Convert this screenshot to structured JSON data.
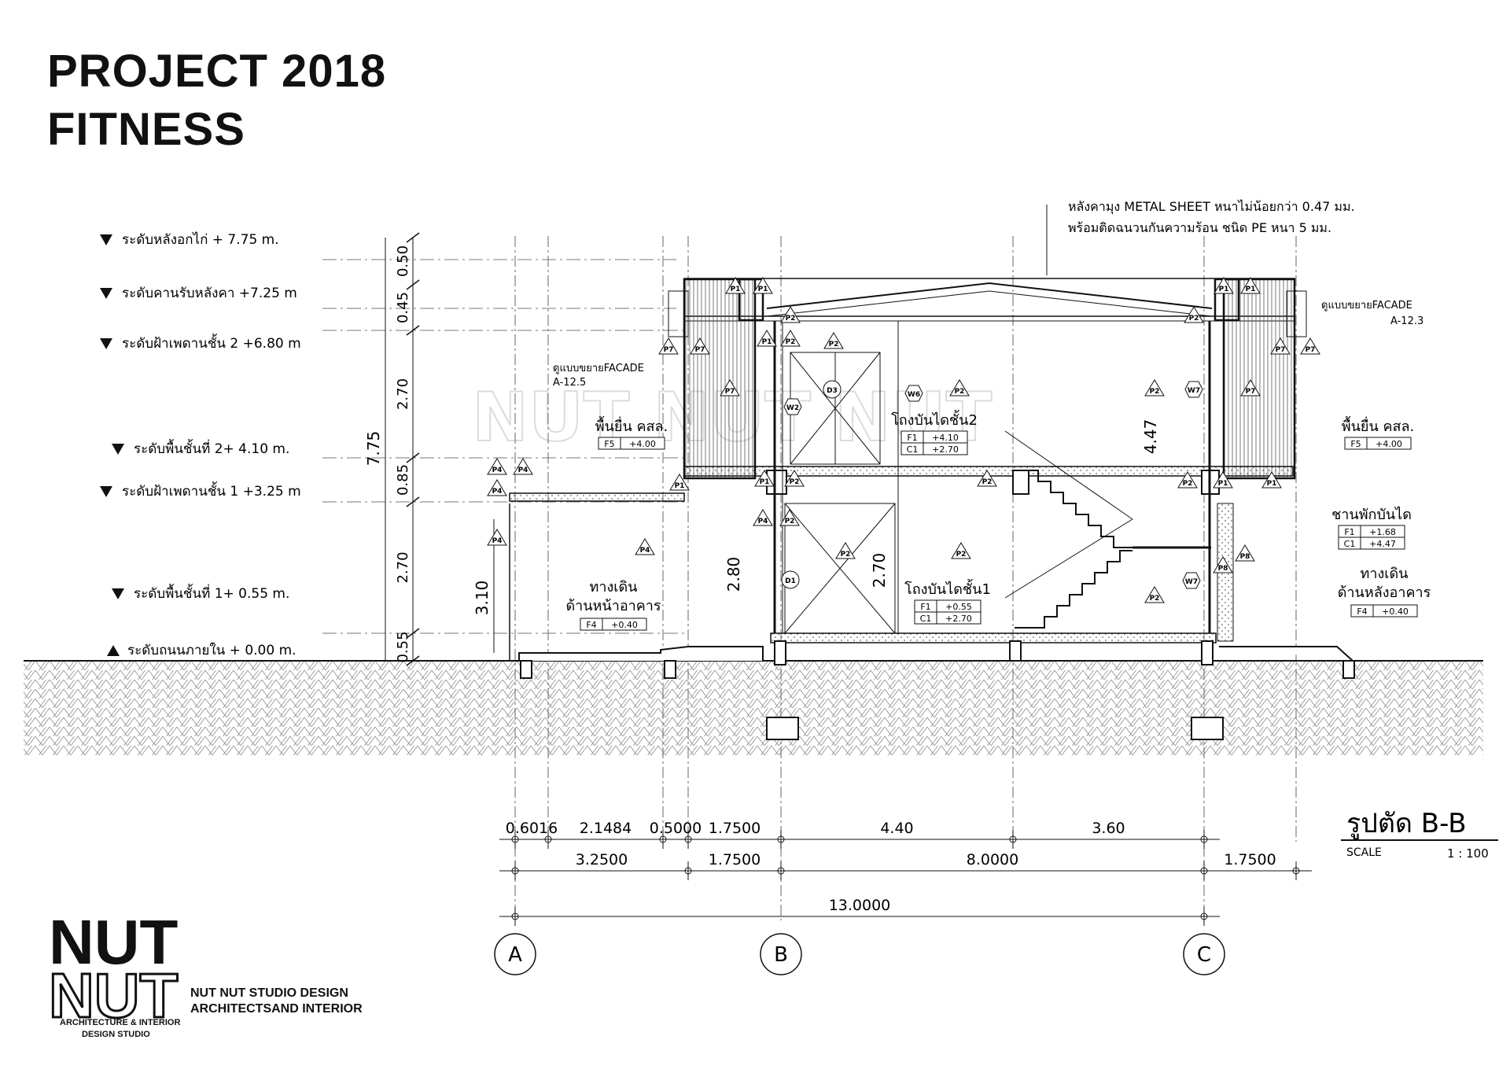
{
  "title": {
    "line1": "PROJECT  2018",
    "line2": "FITNESS"
  },
  "studio": {
    "logo_top": "NUT",
    "logo_bottom": "NUT",
    "logo_sub1": "ARCHITECTURE & INTERIOR",
    "logo_sub2": "DESIGN STUDIO",
    "name_line1": "NUT NUT STUDIO DESIGN",
    "name_line2": "ARCHITECTSAND INTERIOR"
  },
  "watermark": "NUT NUT NUT",
  "drawing": {
    "name": "รูปตัด B-B",
    "scale_label": "SCALE",
    "scale_value": "1 : 100"
  },
  "levels": [
    {
      "marker": "down",
      "label": "ระดับหลังอกไก่ + 7.75 m."
    },
    {
      "marker": "down",
      "label": "ระดับคานรับหลังคา +7.25 m"
    },
    {
      "marker": "down",
      "label": "ระดับฝ้าเพดานชั้น 2 +6.80 m"
    },
    {
      "marker": "down",
      "label": "ระดับพื้นชั้นที่ 2+ 4.10 m."
    },
    {
      "marker": "down",
      "label": "ระดับฝ้าเพดานชั้น 1 +3.25 m"
    },
    {
      "marker": "down",
      "label": "ระดับพื้นชั้นที่ 1+ 0.55 m."
    },
    {
      "marker": "up",
      "label": "ระดับถนนภายใน + 0.00 m."
    }
  ],
  "vertical_dims": [
    "0.50",
    "0.45",
    "2.70",
    "0.85",
    "2.70",
    "0.55"
  ],
  "vertical_total": "7.75",
  "inner_dims": [
    "3.10",
    "2.80",
    "2.70",
    "4.47"
  ],
  "roof_note": {
    "line1": "หลังคามุง METAL SHEET  หนาไม่น้อยกว่า 0.47 มม.",
    "line2": "พร้อมติดฉนวนกันความร้อน ชนิด PE หนา 5 มม."
  },
  "facade_refs": [
    {
      "label": "ดูแบบขยายFACADE",
      "ref": "A-12.5"
    },
    {
      "label": "ดูแบบขยายFACADE",
      "ref": "A-12.3"
    }
  ],
  "rooms": [
    {
      "name": "พื้นยื่น คสล.",
      "tags": [
        [
          "F5",
          "+4.00"
        ]
      ]
    },
    {
      "name": "โถงบันไดชั้น2",
      "tags": [
        [
          "F1",
          "+4.10"
        ],
        [
          "C1",
          "+2.70"
        ]
      ]
    },
    {
      "name": "พื้นยื่น คสล.",
      "tags": [
        [
          "F5",
          "+4.00"
        ]
      ]
    },
    {
      "name": "ชานพักบันได",
      "tags": [
        [
          "F1",
          "+1.68"
        ],
        [
          "C1",
          "+4.47"
        ]
      ]
    },
    {
      "name": "ทางเดิน",
      "name2": "ด้านหน้าอาคาร",
      "tags": [
        [
          "F4",
          "+0.40"
        ]
      ]
    },
    {
      "name": "โถงบันไดชั้น1",
      "tags": [
        [
          "F1",
          "+0.55"
        ],
        [
          "C1",
          "+2.70"
        ]
      ]
    },
    {
      "name": "ทางเดิน",
      "name2": "ด้านหลังอาคาร",
      "tags": [
        [
          "F4",
          "+0.40"
        ]
      ]
    }
  ],
  "tags": {
    "p1": "P1",
    "p2": "P2",
    "p4": "P4",
    "p7": "P7",
    "p8": "P8",
    "w2": "W2",
    "w6": "W6",
    "w7": "W7",
    "d1": "D1",
    "d3": "D3"
  },
  "bottom_dims": {
    "row1": [
      "0.6016",
      "2.1484",
      "0.5000",
      "1.7500",
      "4.40",
      "3.60"
    ],
    "row2": [
      "3.2500",
      "1.7500",
      "8.0000",
      "1.7500"
    ],
    "total": "13.0000"
  },
  "grids": [
    "A",
    "B",
    "C"
  ],
  "colors": {
    "line": "#111111",
    "hatch": "#8a8a8a",
    "watermark": "#dcdcdc"
  }
}
